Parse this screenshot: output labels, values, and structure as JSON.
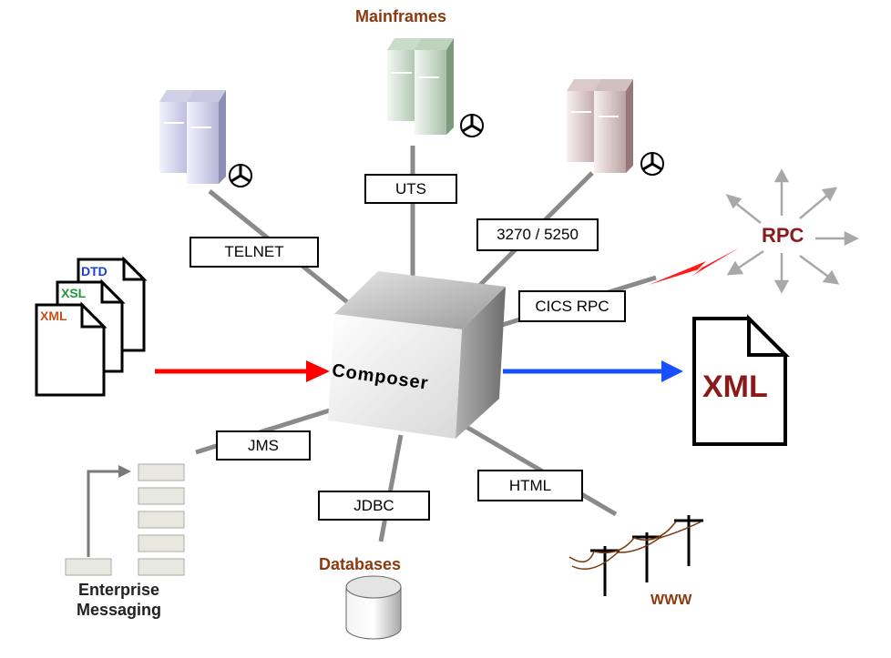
{
  "center": {
    "label": "Composer"
  },
  "groups": {
    "mainframes": "Mainframes",
    "databases": "Databases",
    "enterprise_messaging_line1": "Enterprise",
    "enterprise_messaging_line2": "Messaging",
    "www": "WWW",
    "rpc": "RPC"
  },
  "connectors": {
    "telnet": "TELNET",
    "uts": "UTS",
    "ibm": "3270 / 5250",
    "cics": "CICS RPC",
    "jms": "JMS",
    "jdbc": "JDBC",
    "html": "HTML"
  },
  "documents": {
    "dtd": "DTD",
    "xsl": "XSL",
    "xml": "XML",
    "output_xml": "XML"
  },
  "colors": {
    "input_arrow": "#ff0000",
    "output_arrow": "#1a4fff",
    "title_brown": "#8b3a0f",
    "rpc_red": "#8b1a1a",
    "dtd_blue": "#1b3fd6",
    "xsl_green": "#1f9a3a",
    "xml_orange": "#c4511c"
  }
}
